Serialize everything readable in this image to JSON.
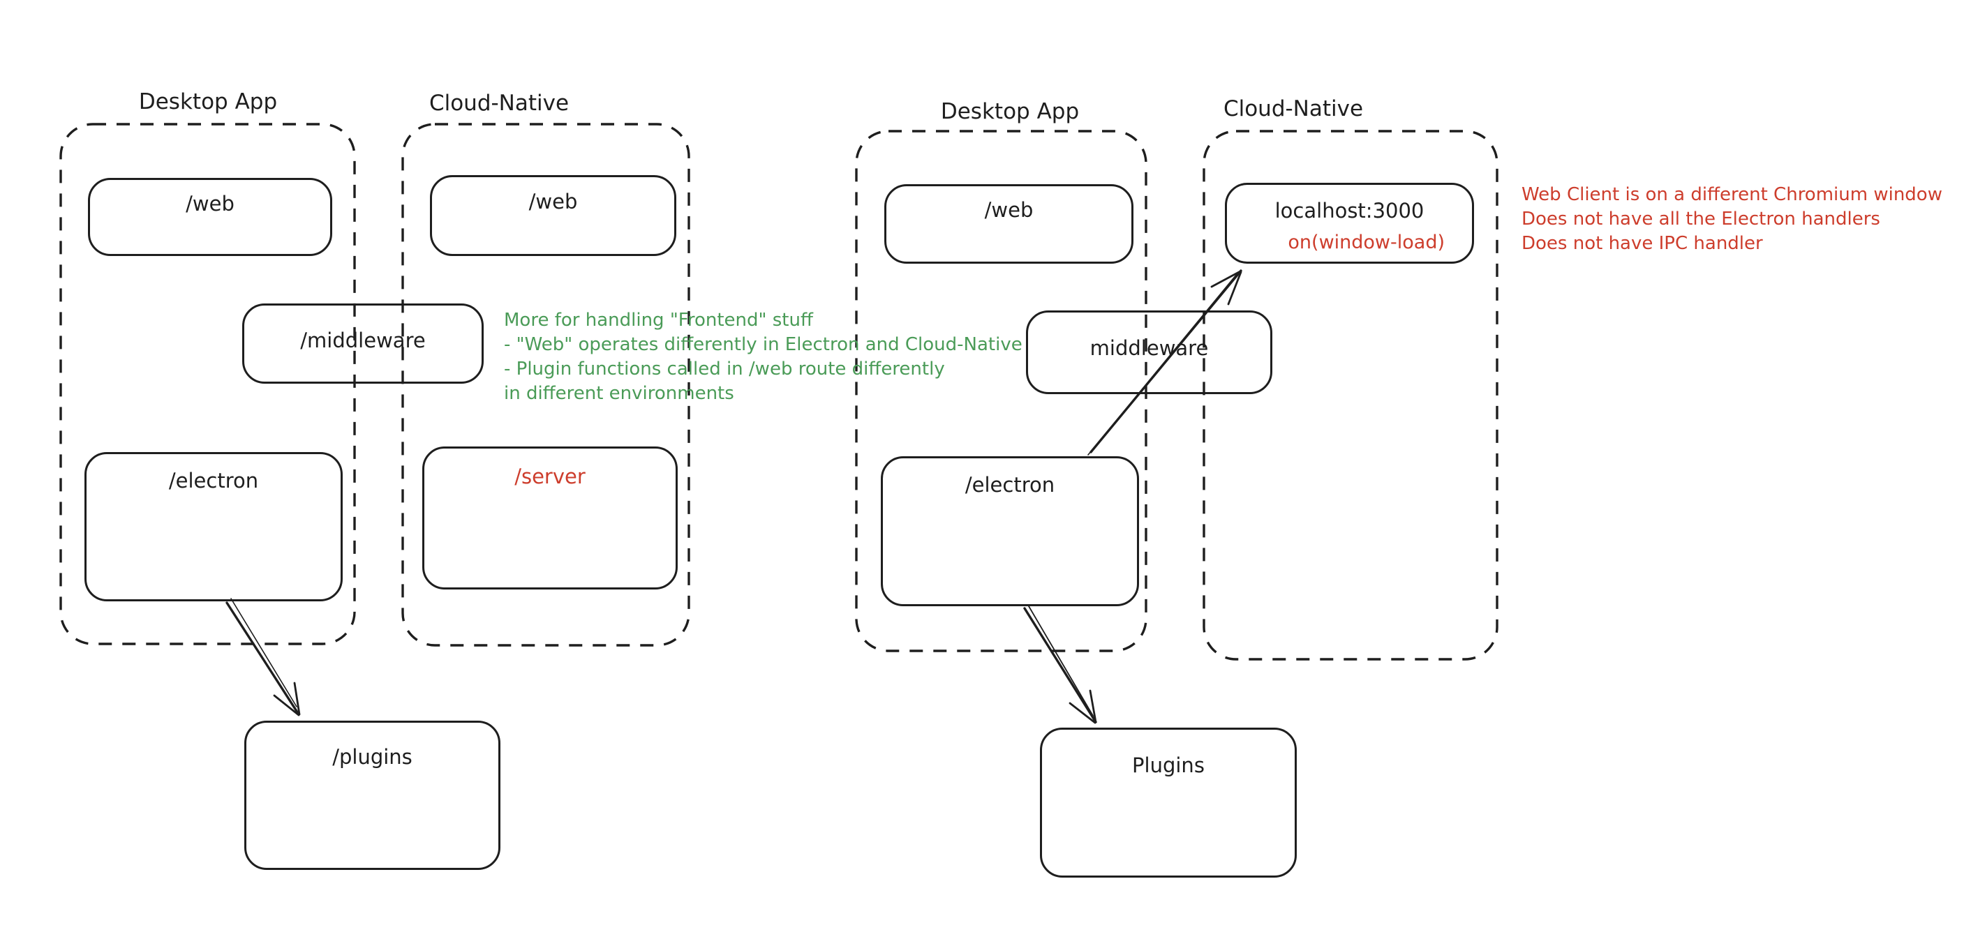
{
  "colors": {
    "stroke": "#1e1e1e",
    "red": "#cd3d2c",
    "green": "#4a9b57",
    "background": "#ffffff"
  },
  "left_diagram": {
    "desktop_group_label": "Desktop App",
    "cloud_group_label": "Cloud-Native",
    "desktop_web_box": "/web",
    "cloud_web_box": "/web",
    "middleware_box": "/middleware",
    "electron_box": "/electron",
    "server_box": "/server",
    "plugins_box": "/plugins"
  },
  "right_diagram": {
    "desktop_group_label": "Desktop App",
    "cloud_group_label": "Cloud-Native",
    "desktop_web_box": "/web",
    "localhost_box": "localhost:3000",
    "localhost_handler": "on(window-load)",
    "middleware_box": "middleware",
    "electron_box": "/electron",
    "plugins_box": "Plugins"
  },
  "notes": {
    "green_note": {
      "lines": [
        "More for handling \"Frontend\" stuff",
        "- \"Web\" operates differently in Electron and Cloud-Native",
        "- Plugin functions called in /web route differently",
        "in different environments"
      ]
    },
    "red_note": {
      "lines": [
        "Web Client is on a different Chromium window",
        "Does not have all the Electron handlers",
        "Does not have IPC handler"
      ]
    }
  }
}
